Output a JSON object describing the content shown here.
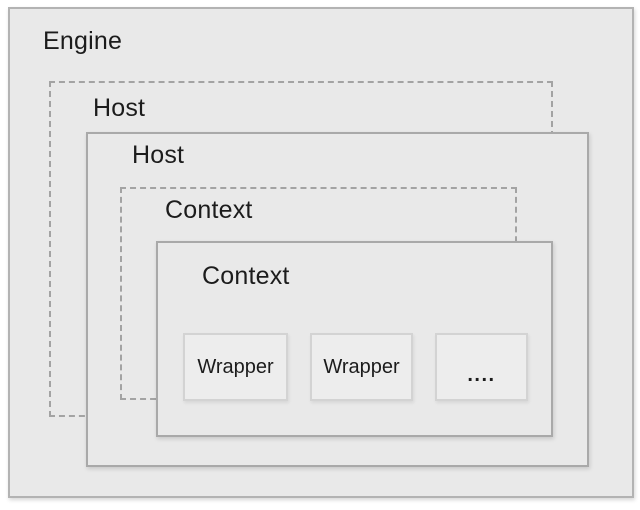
{
  "colors": {
    "canvas_bg": "#ffffff",
    "box_bg": "#e9e9e9",
    "solid_border": "#a9a9a9",
    "dashed_border": "#a3a3a3",
    "wrapper_bg": "#ededed",
    "wrapper_border": "#d3d3d3",
    "text": "#1c1c1c"
  },
  "diagram": {
    "engine": {
      "label": "Engine",
      "border_style": "solid"
    },
    "host_outer": {
      "label": "Host",
      "border_style": "dashed"
    },
    "host_inner": {
      "label": "Host",
      "border_style": "solid"
    },
    "context_outer": {
      "label": "Context",
      "border_style": "dashed"
    },
    "context_inner": {
      "label": "Context",
      "border_style": "solid"
    },
    "wrappers": [
      {
        "label": "Wrapper"
      },
      {
        "label": "Wrapper"
      },
      {
        "label": "...."
      }
    ]
  }
}
